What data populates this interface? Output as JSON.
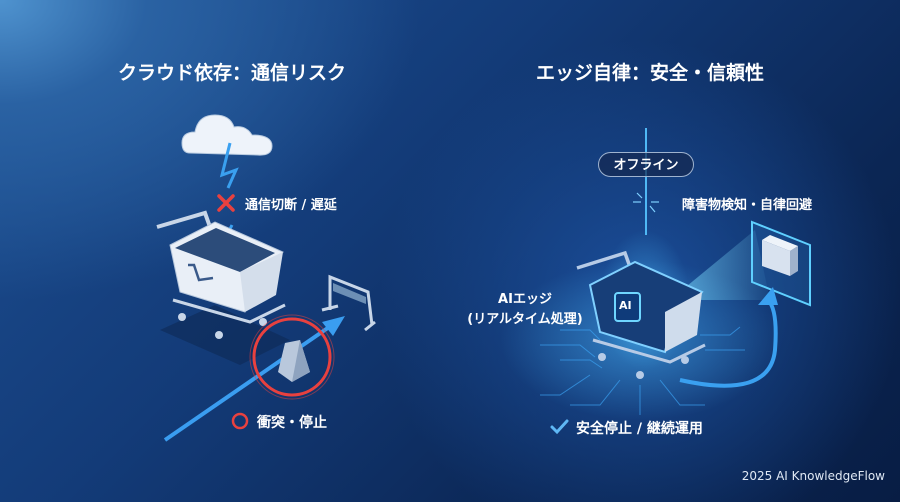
{
  "left": {
    "title": "クラウド依存：通信リスク",
    "comm_label": "通信切断 / 遅延",
    "collision_label": "衝突・停止"
  },
  "right": {
    "title": "エッジ自律：安全・信頼性",
    "offline_badge": "オフライン",
    "detection_label": "障害物検知・自律回避",
    "edge_label_line1": "AIエッジ",
    "edge_label_line2": "(リアルタイム処理)",
    "chip_label": "AI",
    "result_label": "安全停止 / 継続運用"
  },
  "footer": "2025 AI KnowledgeFlow",
  "colors": {
    "danger": "#e8413f",
    "accent": "#3aa0f0",
    "glow": "#5fd0ff"
  }
}
